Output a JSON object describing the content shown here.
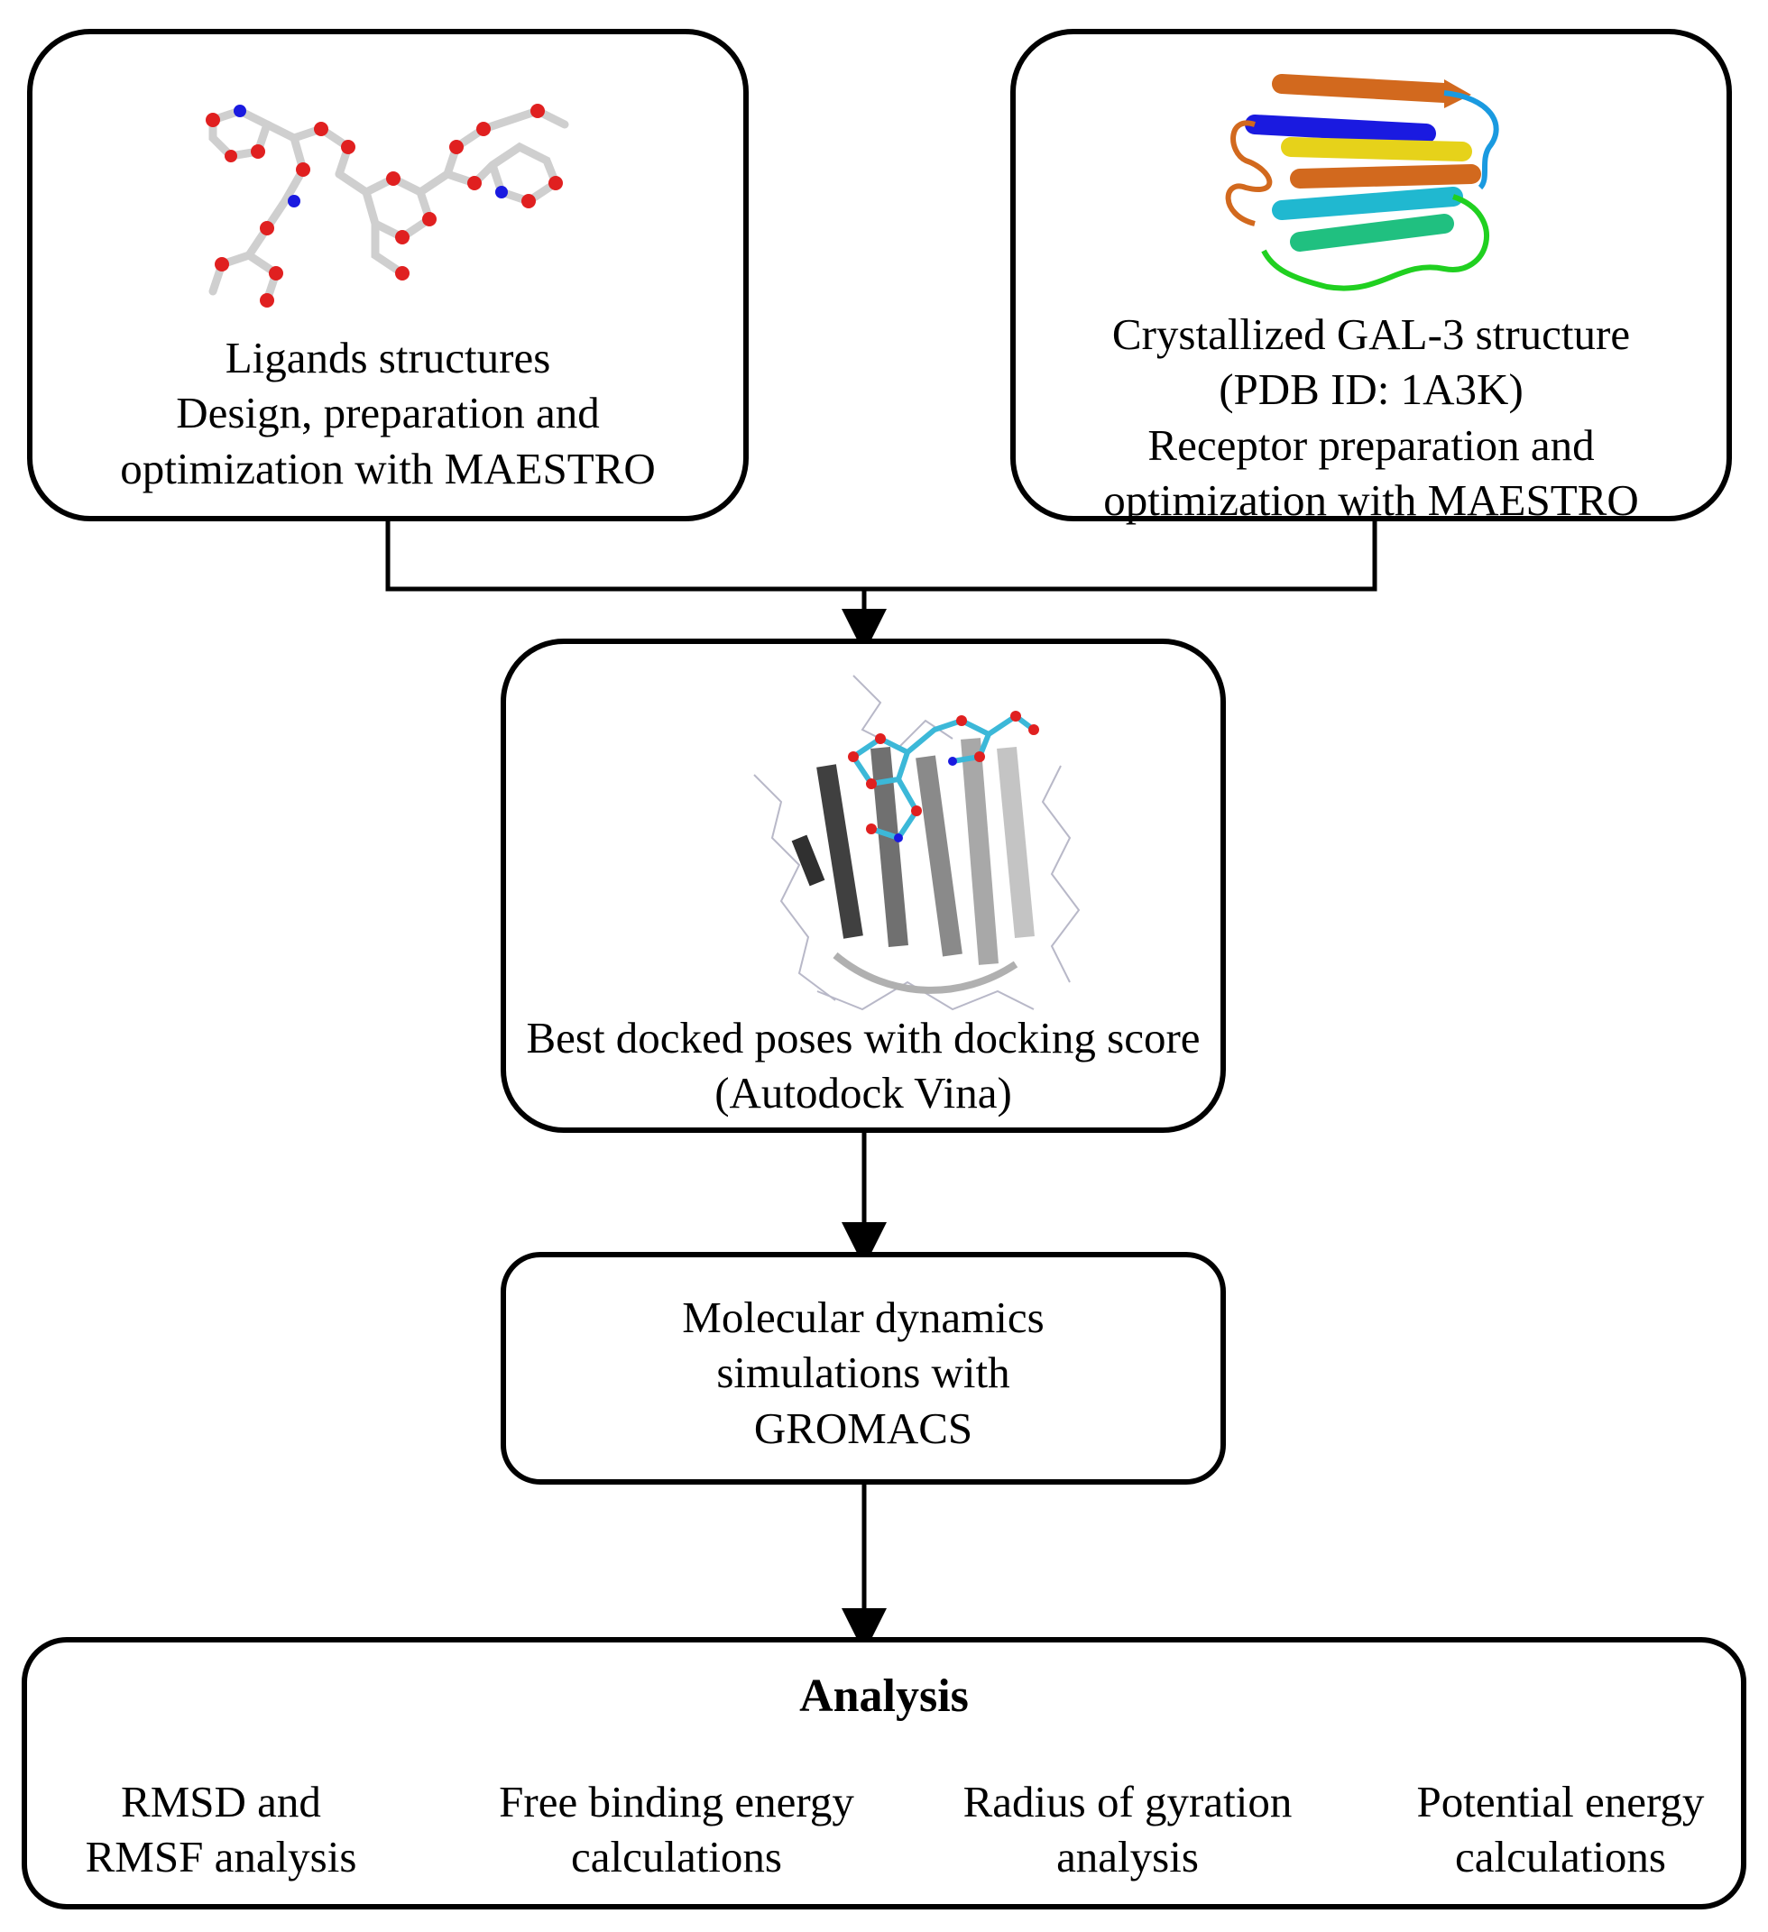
{
  "ligands_box": {
    "lines": [
      "Ligands structures",
      "Design, preparation and",
      "optimization with MAESTRO"
    ],
    "image_icon": "ligand-molecule-stick-model"
  },
  "receptor_box": {
    "lines": [
      "Crystallized GAL-3 structure",
      "(PDB ID: 1A3K)",
      "Receptor preparation and",
      "optimization with MAESTRO"
    ],
    "image_icon": "protein-ribbon-model"
  },
  "docking_box": {
    "lines": [
      "Best docked poses with docking score",
      "(Autodock Vina)"
    ],
    "image_icon": "protein-ligand-complex"
  },
  "md_box": {
    "lines": [
      "Molecular dynamics",
      "simulations with",
      "GROMACS"
    ]
  },
  "analysis_box": {
    "title": "Analysis",
    "items": [
      {
        "lines": [
          "RMSD and",
          "RMSF analysis"
        ]
      },
      {
        "lines": [
          "Free binding energy",
          "calculations"
        ]
      },
      {
        "lines": [
          "Radius of gyration",
          "analysis"
        ]
      },
      {
        "lines": [
          "Potential energy",
          "calculations"
        ]
      }
    ]
  },
  "colors": {
    "stroke": "#000000",
    "oxygen": "#e02020",
    "nitrogen": "#1a1ae0",
    "carbon_stick": "#cfcfcf",
    "ligand_cyan": "#3cb8d8"
  }
}
